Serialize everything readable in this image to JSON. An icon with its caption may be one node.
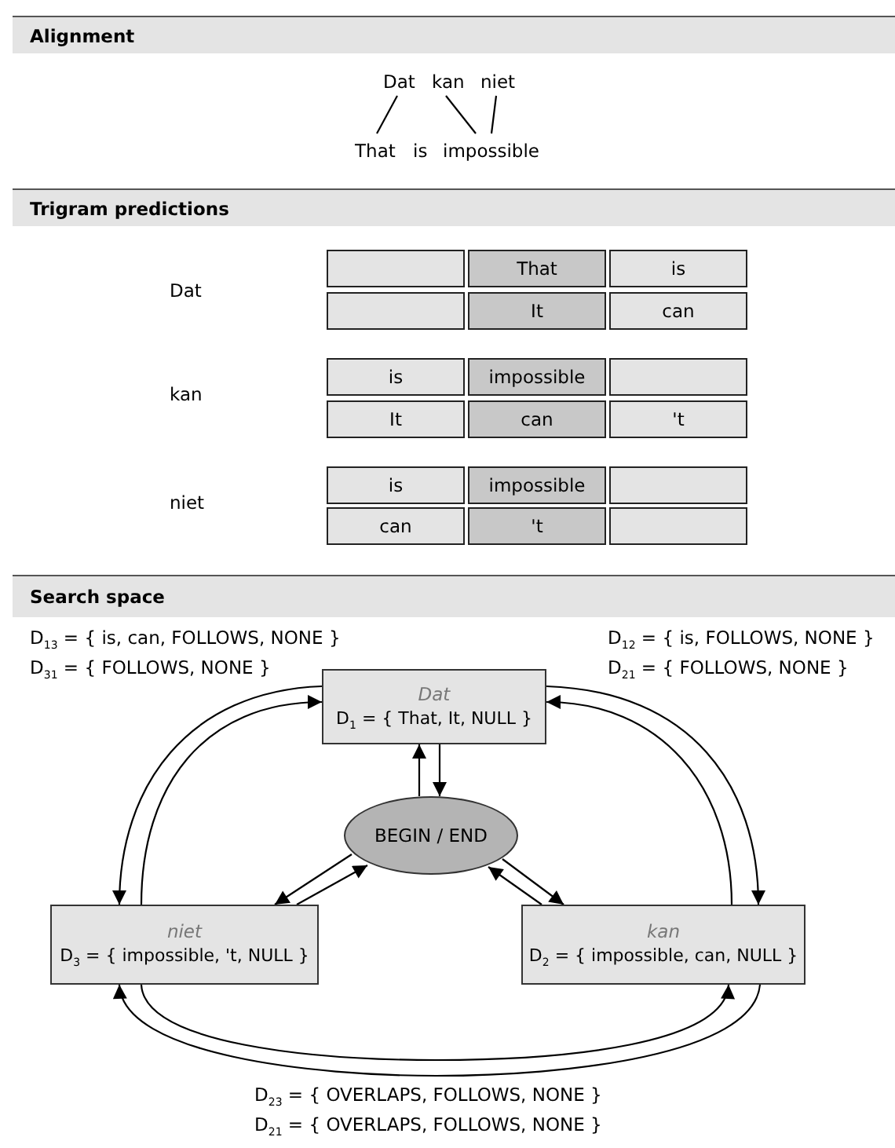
{
  "diagram": {
    "nodes": [
      {
        "text": [
          "Dat"
        ]
      },
      {
        "text": [
          "kan"
        ]
      },
      {
        "text": [
          "niet"
        ]
      },
      {
        "text": [
          "That"
        ]
      },
      {
        "text": [
          "is"
        ]
      },
      {
        "text": [
          "impossible"
        ]
      },
      {
        "text": [],
        "shape": "box"
      },
      {
        "text": [
          "That"
        ]
      },
      {
        "text": [
          "is"
        ]
      },
      {
        "text": [],
        "shape": "box"
      },
      {
        "text": [
          "It"
        ]
      },
      {
        "text": [
          "can"
        ]
      },
      {
        "text": [
          "is"
        ]
      },
      {
        "text": [
          "impossible"
        ]
      },
      {
        "text": [],
        "shape": "box"
      },
      {
        "text": [
          "It"
        ]
      },
      {
        "text": [
          "can"
        ]
      },
      {
        "text": [
          "'t"
        ]
      },
      {
        "text": [
          "is"
        ]
      },
      {
        "text": [
          "impossible"
        ]
      },
      {
        "text": [],
        "shape": "box"
      },
      {
        "text": [
          "can"
        ]
      },
      {
        "text": [
          "'t"
        ]
      },
      {
        "text": [],
        "shape": "box"
      },
      {
        "text": [
          "Dat",
          "D$_{1}$ = { That, It, NULL }"
        ]
      },
      {
        "text": [
          "BEGIN / END"
        ]
      },
      {
        "text": [
          "niet",
          "D$_{3}$ = { impossible, 't, NULL }"
        ]
      },
      {
        "text": [
          "kan",
          "D$_{2}$ = { impossible, can, NULL }"
        ]
      }
    ],
    "edges": [
      {
        "from": 0,
        "to": 3,
        "arrow": "none"
      },
      {
        "from": 1,
        "to": 5,
        "arrow": "none"
      },
      {
        "from": 2,
        "to": 5,
        "arrow": "none"
      },
      {
        "from": 24,
        "to": 26,
        "arrow": "to"
      },
      {
        "from": 26,
        "to": 24,
        "arrow": "to"
      },
      {
        "from": 24,
        "to": 27,
        "arrow": "to"
      },
      {
        "from": 27,
        "to": 24,
        "arrow": "to"
      },
      {
        "from": 25,
        "to": 24,
        "arrow": "to"
      },
      {
        "from": 24,
        "to": 25,
        "arrow": "to"
      },
      {
        "from": 25,
        "to": 26,
        "arrow": "to"
      },
      {
        "from": 26,
        "to": 25,
        "arrow": "to"
      },
      {
        "from": 27,
        "to": 25,
        "arrow": "to"
      },
      {
        "from": 25,
        "to": 27,
        "arrow": "to"
      },
      {
        "from": 26,
        "to": 27,
        "arrow": "to"
      },
      {
        "from": 27,
        "to": 26,
        "arrow": "to"
      }
    ],
    "labels": [
      "Alignment",
      "Trigram predictions",
      "Dat",
      "kan",
      "niet",
      "Search space",
      "D$_{13}$ = { is, can, FOLLOWS, NONE }",
      "D$_{12}$ = { is, FOLLOWS, NONE }",
      "D$_{31}$ = { FOLLOWS, NONE }",
      "D$_{21}$ = { FOLLOWS, NONE }",
      "D$_{23}$ = { OVERLAPS, FOLLOWS, NONE }",
      "D$_{21}$ = { OVERLAPS, FOLLOWS, NONE }"
    ]
  }
}
